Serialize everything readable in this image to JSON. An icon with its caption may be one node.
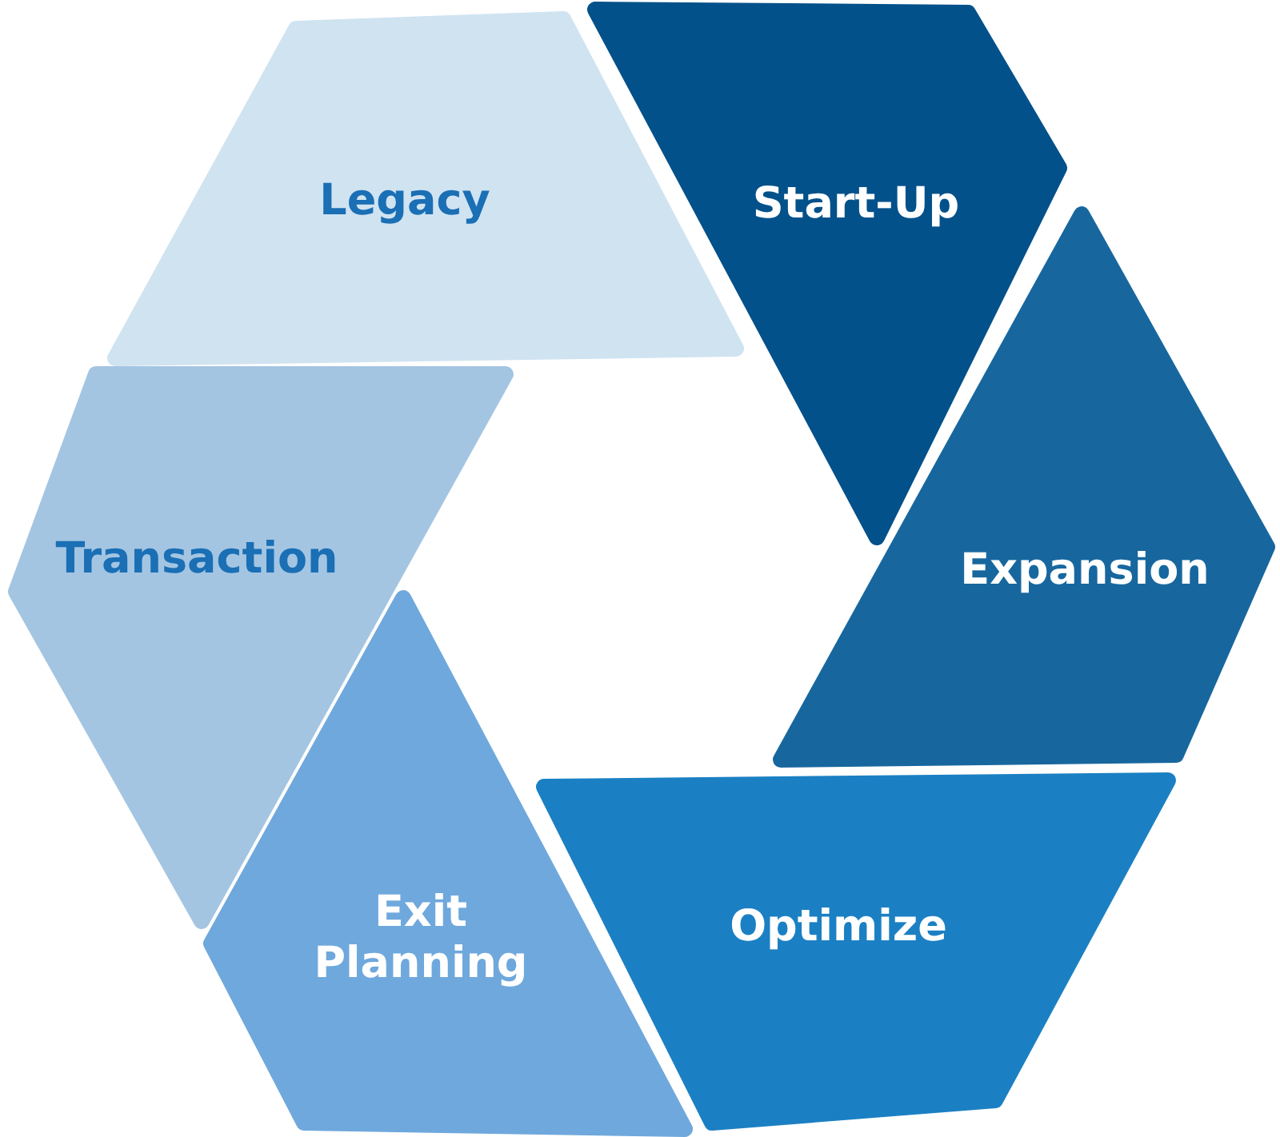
{
  "diagram": {
    "nodes": [
      {
        "text": [
          "Legacy"
        ]
      },
      {
        "text": [
          "Start-Up"
        ]
      },
      {
        "text": [
          "Expansion"
        ]
      },
      {
        "text": [
          "Optimize"
        ]
      },
      {
        "text": [
          "Exit Planning"
        ]
      },
      {
        "text": [
          "Transaction"
        ]
      }
    ]
  }
}
